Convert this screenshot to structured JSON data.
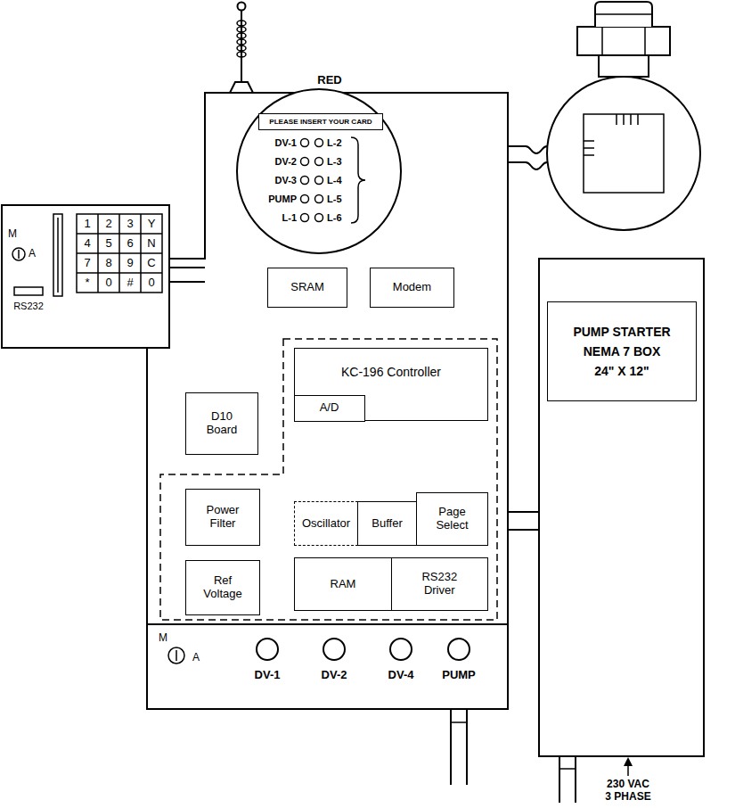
{
  "diagram": {
    "nodes": [
      {
        "text": [
          "PLEASE INSERT YOUR CARD"
        ]
      },
      {
        "text": [
          "SRAM"
        ]
      },
      {
        "text": [
          "Modem"
        ]
      },
      {
        "text": [
          "PUMP STARTER",
          "NEMA 7 BOX",
          "24\" X 12\""
        ]
      },
      {
        "text": [
          "KC-196 Controller"
        ]
      },
      {
        "text": [
          "A/D"
        ],
        "in": 4
      },
      {
        "text": [
          "D10 Board"
        ]
      },
      {
        "text": [
          "Power Filter"
        ]
      },
      {
        "text": [
          "Oscillator"
        ]
      },
      {
        "text": [
          "Buffer"
        ]
      },
      {
        "text": [
          "Page Select"
        ]
      },
      {
        "text": [
          "Ref Voltage"
        ]
      },
      {
        "text": [
          "RAM"
        ]
      },
      {
        "text": [
          "RS232 Driver"
        ]
      }
    ],
    "labels": [
      "RED",
      "M",
      "A",
      "RS232",
      "1",
      "2",
      "3",
      "Y",
      "4",
      "5",
      "6",
      "N",
      "7",
      "8",
      "9",
      "C",
      "*",
      "0",
      "#",
      "0",
      "DV-1",
      "L-2",
      "DV-2",
      "L-3",
      "DV-3",
      "L-4",
      "PUMP",
      "L-5",
      "L-1",
      "L-6",
      "M",
      "A",
      "DV-1",
      "DV-2",
      "DV-4",
      "PUMP",
      "230 VAC 3 PHASE"
    ]
  }
}
